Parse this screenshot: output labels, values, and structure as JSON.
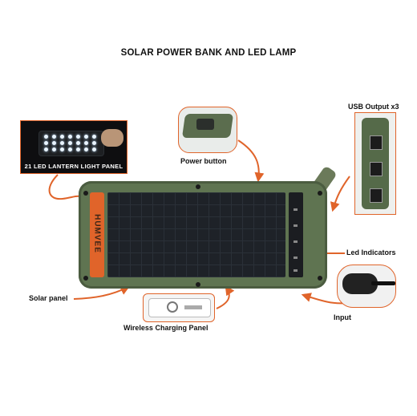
{
  "title": "SOLAR POWER BANK AND LED LAMP",
  "callouts": {
    "lantern": "21 LED LANTERN LIGHT PANEL",
    "power_button": "Power button",
    "usb_output": "USB Output x3",
    "led_indicators": "Led Indicators",
    "input": "Input",
    "solar_panel": "Solar panel",
    "wireless": "Wireless Charging Panel"
  },
  "product": {
    "brand": "HUMVEE"
  },
  "colors": {
    "accent": "#e0642a",
    "case_green": "#5f7451",
    "panel_dark": "#1e2228"
  }
}
